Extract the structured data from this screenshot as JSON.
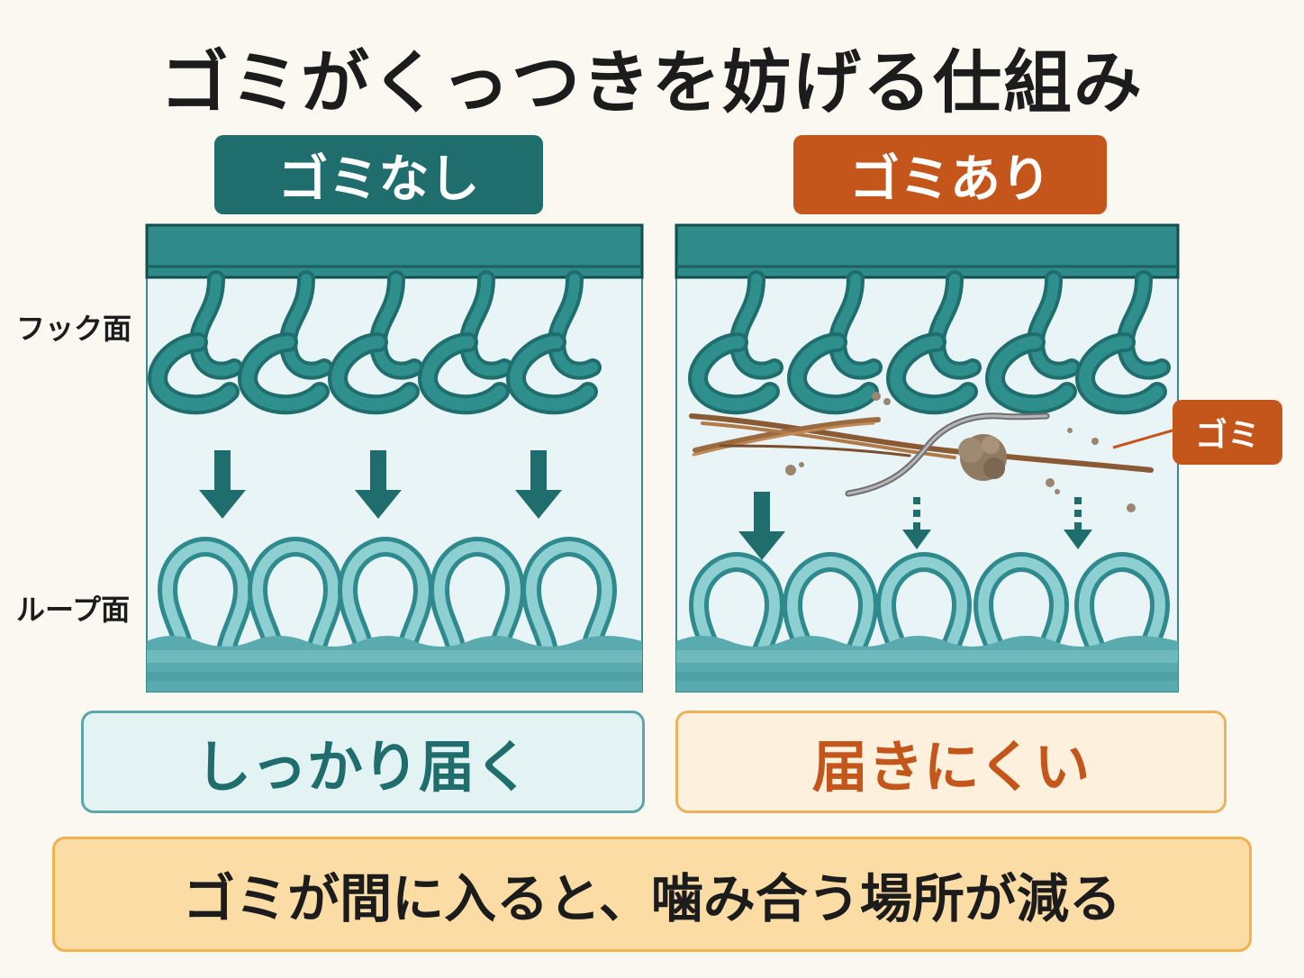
{
  "title": "ゴミがくっつきを妨げる仕組み",
  "panels": {
    "left": {
      "badge": "ゴミなし",
      "result": "しっかり届く"
    },
    "right": {
      "badge": "ゴミあり",
      "result": "届きにくい",
      "dust_label": "ゴミ"
    }
  },
  "side_labels": {
    "hook": "フック面",
    "loop": "ループ面"
  },
  "summary": "ゴミが間に入ると、噛み合う場所が減る",
  "colors": {
    "teal": "#1f6d6c",
    "teal_light": "#4a9fa3",
    "orange": "#c4561b",
    "panel_bg": "#e9f4f7",
    "amber": "#fbdca5"
  },
  "icons": [
    "hook-icon",
    "loop-icon",
    "arrow-down-icon",
    "dashed-arrow-down-icon",
    "hair-fiber-icon",
    "dust-clump-icon"
  ]
}
